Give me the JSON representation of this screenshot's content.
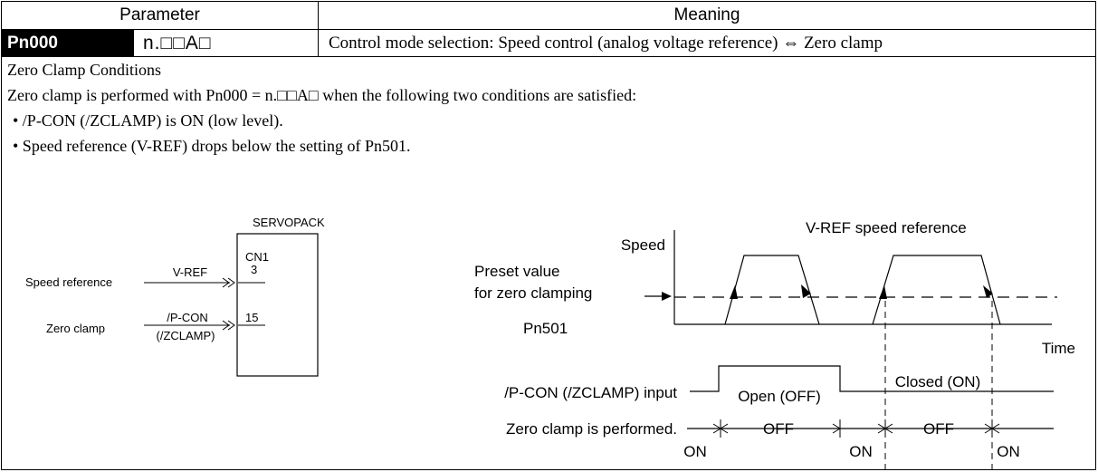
{
  "table": {
    "header_parameter": "Parameter",
    "header_meaning": "Meaning",
    "param_code": "Pn000",
    "param_value": "n.□□A□",
    "param_meaning": "Control mode selection: Speed control (analog voltage reference) ⇔  Zero clamp"
  },
  "body": {
    "section_title": "Zero Clamp Conditions",
    "intro": "Zero clamp is performed with Pn000 = n.□□A□ when the following two conditions are satisfied:",
    "bullets": [
      "• /P-CON (/ZCLAMP) is ON (low level).",
      "• Speed reference (V-REF) drops below the setting of Pn501."
    ]
  },
  "diagram": {
    "servopack_label": "SERVOPACK",
    "connector": "CN1",
    "pin_vref": "3",
    "pin_pcon": "15",
    "signal_vref": "V-REF",
    "signal_pcon": "/P-CON",
    "signal_zclamp": "(/ZCLAMP)",
    "speed_reference_label": "Speed reference",
    "zero_clamp_label": "Zero clamp"
  },
  "timing": {
    "speed_axis": "Speed",
    "vref_label": "V-REF  speed reference",
    "preset_line1": "Preset value",
    "preset_line2": "for zero clamping",
    "preset_param": "Pn501",
    "time_axis": "Time",
    "pcon_input_label": "/P-CON (/ZCLAMP) input",
    "open_label": "Open (OFF)",
    "closed_label": "Closed (ON)",
    "zero_clamp_performed": "Zero clamp is performed.",
    "on_label": "ON",
    "off_label": "OFF"
  }
}
